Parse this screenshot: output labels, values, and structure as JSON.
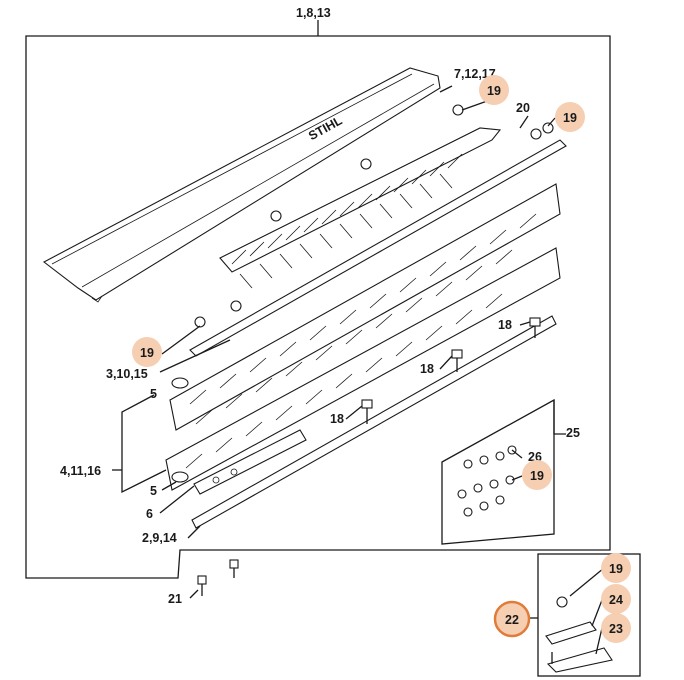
{
  "diagram": {
    "labels": {
      "main_assembly": "1,8,13",
      "guard": "7,12,17",
      "blade_top": "20",
      "blade_lower": "3,10,15",
      "spacer_top": "5",
      "blade_group": "4,11,16",
      "spacer_bottom": "5",
      "plate": "6",
      "bar": "2,9,14",
      "stud_a": "18",
      "stud_b": "18",
      "stud_c": "18",
      "bolt": "21",
      "kit": "25",
      "kit_item": "26"
    },
    "callouts": {
      "nut_guard": "19",
      "nut_blade_top": "19",
      "nut_blade_lower": "19",
      "nut_kit": "19",
      "repair_nut": "19",
      "repair_plate": "24",
      "repair_bracket": "23",
      "repair_set": "22"
    },
    "brand_text": "STIHL",
    "colors": {
      "callout_fill": "#f6cfb3",
      "callout_ring": "#e07b39",
      "line": "#1a1a1a"
    }
  }
}
